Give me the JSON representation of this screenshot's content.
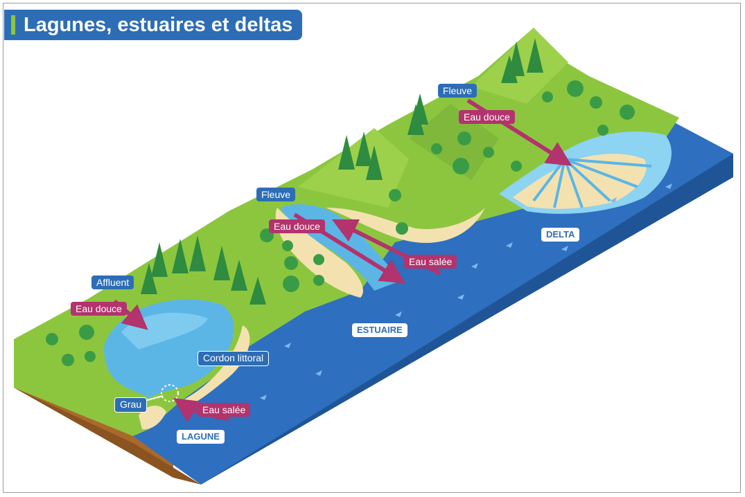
{
  "title": "Lagunes, estuaires et deltas",
  "colors": {
    "title_bg": "#2d6db5",
    "title_accent": "#8cc63f",
    "label_blue": "#2d6db5",
    "label_magenta": "#b2336d",
    "sea": "#2e6fbf",
    "lagoon": "#5bb6e6",
    "land": "#8cc63f",
    "sand": "#f3e2b0",
    "soil": "#a9692c",
    "trees": "#2e8b3f"
  },
  "labels": {
    "affluent": "Affluent",
    "eau_douce_lagune": "Eau douce",
    "grau": "Grau",
    "cordon_littoral": "Cordon littoral",
    "eau_salee_lagune": "Eau salée",
    "lagune": "LAGUNE",
    "fleuve_estuaire": "Fleuve",
    "eau_douce_estuaire": "Eau douce",
    "eau_salee_estuaire": "Eau salée",
    "estuaire": "ESTUAIRE",
    "fleuve_delta": "Fleuve",
    "eau_douce_delta": "Eau douce",
    "delta": "DELTA"
  }
}
